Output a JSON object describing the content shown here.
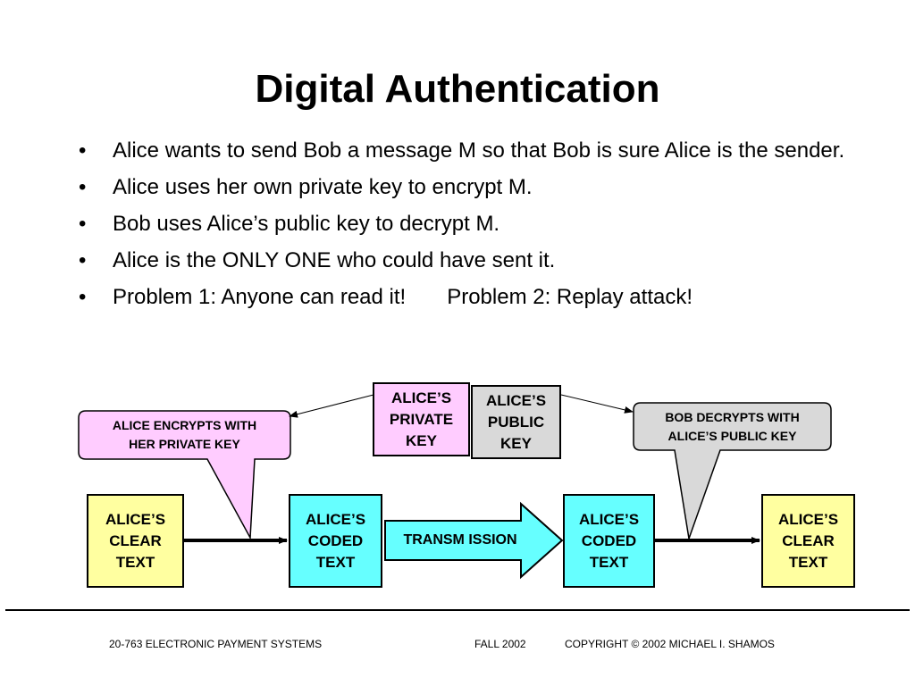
{
  "title": "Digital Authentication",
  "bullets": [
    {
      "text": "Alice wants to send Bob a message M so that Bob is sure Alice is the sender."
    },
    {
      "text": "Alice uses her own private key to encrypt M."
    },
    {
      "text": "Bob uses Alice’s public key to decrypt M."
    },
    {
      "text": "Alice is the ONLY ONE who could have sent it."
    },
    {
      "text": "Problem 1: Anyone can read it!",
      "text2": "Problem 2: Replay attack!"
    }
  ],
  "bullet_symbol": "•",
  "diagram": {
    "private_key": [
      "ALICE’S",
      "PRIVATE",
      "KEY"
    ],
    "public_key": [
      "ALICE’S",
      "PUBLIC",
      "KEY"
    ],
    "callout_encrypt": [
      "ALICE ENCRYPTS WITH",
      "HER PRIVATE KEY"
    ],
    "callout_decrypt": [
      "BOB DECRYPTS WITH",
      "ALICE’S PUBLIC KEY"
    ],
    "clear_text_left": [
      "ALICE’S",
      "CLEAR",
      "TEXT"
    ],
    "coded_text_left": [
      "ALICE’S",
      "CODED",
      "TEXT"
    ],
    "transmission": "TRANSM ISSION",
    "coded_text_right": [
      "ALICE’S",
      "CODED",
      "TEXT"
    ],
    "clear_text_right": [
      "ALICE’S",
      "CLEAR",
      "TEXT"
    ]
  },
  "colors": {
    "clear_text": "#ffffa0",
    "coded_text": "#66ffff",
    "private_key": "#ffccff",
    "public_key": "#d9d9d9",
    "callout_encrypt": "#ffccff",
    "callout_decrypt": "#d9d9d9"
  },
  "footer": {
    "course": "20-763 ELECTRONIC PAYMENT SYSTEMS",
    "term": "FALL 2002",
    "copyright": "COPYRIGHT © 2002 MICHAEL I. SHAMOS"
  }
}
